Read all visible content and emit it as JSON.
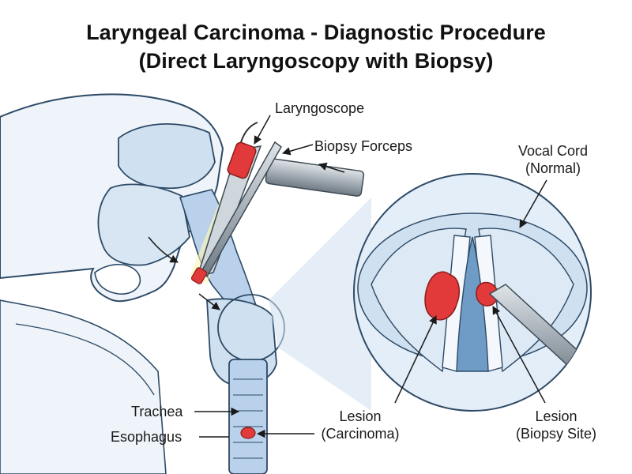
{
  "title_line1": "Laryngeal Carcinoma - Diagnostic Procedure",
  "title_line2": "(Direct Laryngoscopy with Biopsy)",
  "labels": {
    "laryngoscope": "Laryngoscope",
    "biopsy_forceps": "Biopsy Forceps",
    "vocal_cord_line1": "Vocal Cord",
    "vocal_cord_line2": "(Normal)",
    "trachea": "Trachea",
    "esophagus": "Esophagus",
    "lesion_carcinoma_line1": "Lesion",
    "lesion_carcinoma_line2": "(Carcinoma)",
    "lesion_biopsy_line1": "Lesion",
    "lesion_biopsy_line2": "(Biopsy Site)"
  },
  "colors": {
    "outline": "#2e4a66",
    "tissue": "#cfe0f0",
    "airway": "#b9d1ea",
    "lesion": "#e23a3a",
    "instrument": "#9aa4ad",
    "light": "#fff3a8"
  }
}
